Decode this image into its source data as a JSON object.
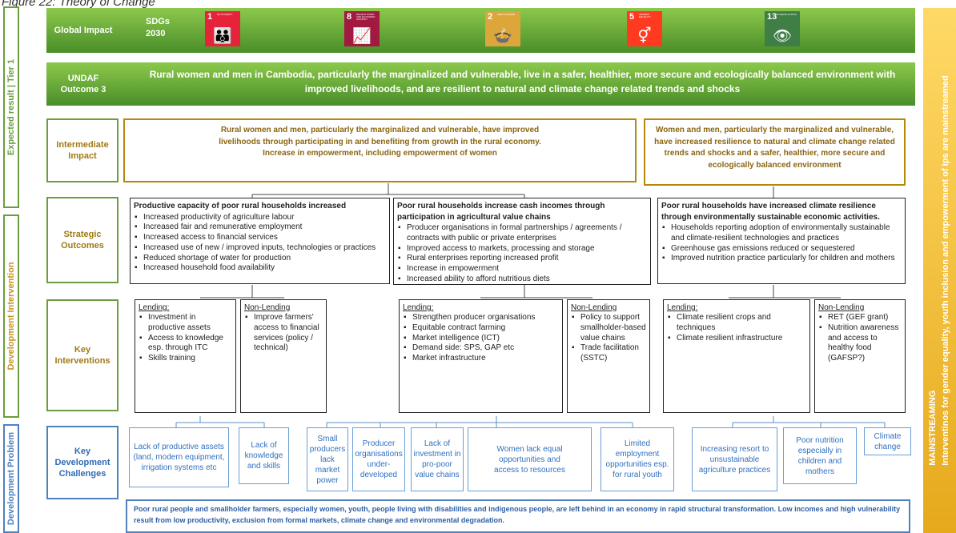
{
  "figure_title": "Figure 22: Theory of Change",
  "side_labels": {
    "expected_result": "Expected result | Tier 1",
    "development_intervention": "Development Intervention",
    "development_problem": "Development Problem"
  },
  "row_labels": {
    "global_impact": "Global Impact",
    "undaf": "UNDAF Outcome 3",
    "intermediate_impact": "Intermediate Impact",
    "strategic_outcomes": "Strategic Outcomes",
    "key_interventions": "Key Interventions",
    "key_challenges": "Key Development Challenges"
  },
  "sdg": {
    "label_line1": "SDGs",
    "label_line2": "2030",
    "goals": [
      {
        "num": "1",
        "text": "No poverty",
        "glyph": "👪",
        "color": "#e5243b"
      },
      {
        "num": "8",
        "text": "Decent work and economic growth",
        "glyph": "📈",
        "color": "#a21942"
      },
      {
        "num": "2",
        "text": "Zero hunger",
        "glyph": "🍲",
        "color": "#dda63a"
      },
      {
        "num": "5",
        "text": "Gender equality",
        "glyph": "⚥",
        "color": "#ff3a21"
      },
      {
        "num": "13",
        "text": "Climate action",
        "glyph": "👁",
        "color": "#3f7e44"
      }
    ]
  },
  "undaf_outcome": "Rural women and men in Cambodia, particularly the marginalized and vulnerable, live in a safer, healthier, more secure and ecologically balanced environment with improved livelihoods, and are resilient to natural and climate change related trends and shocks",
  "intermediate": {
    "left": "Rural women and men, particularly the marginalized and vulnerable, have improved livelihoods through participating in and benefiting from growth in the rural economy. Increase in empowerment, including empowerment of women",
    "right": "Women and men, particularly the marginalized and vulnerable, have increased resilience to natural and climate change related trends and shocks and a safer, healthier, more secure and ecologically balanced environment"
  },
  "strategic": [
    {
      "heading": "Productive capacity of poor rural households increased",
      "items": [
        "Increased productivity of agriculture labour",
        "Increased fair and remunerative employment",
        "Increased access to financial services",
        "Increased use of new / improved inputs, technologies or practices",
        "Reduced shortage of water for production",
        "Increased household food availability"
      ]
    },
    {
      "heading": "Poor rural households increase cash incomes through participation in agricultural value chains",
      "items": [
        "Producer organisations in formal partnerships / agreements / contracts with public or private enterprises",
        "Improved access to markets, processing and storage",
        "Rural enterprises reporting increased profit",
        "Increase in empowerment",
        "Increased ability to afford nutritious diets"
      ]
    },
    {
      "heading": "Poor rural households have increased climate resilience through environmentally sustainable economic activities.",
      "items": [
        "Households reporting adoption of environmentally sustainable and climate-resilient technologies and practices",
        "Greenhouse gas emissions reduced or sequestered",
        "Improved nutrition practice particularly for children and mothers"
      ]
    }
  ],
  "interventions": [
    {
      "heading": "Lending:",
      "items": [
        "Investment in productive assets",
        "Access to knowledge esp. through ITC",
        "Skills training"
      ]
    },
    {
      "heading": "Non-Lending",
      "items": [
        "Improve farmers' access to financial services (policy / technical)"
      ]
    },
    {
      "heading": "Lending:",
      "items": [
        "Strengthen producer organisations",
        "Equitable contract farming",
        "Market intelligence (ICT)",
        "Demand side: SPS, GAP etc",
        "Market infrastructure"
      ]
    },
    {
      "heading": "Non-Lending",
      "items": [
        "Policy to support smallholder-based value chains",
        "Trade facilitation (SSTC)"
      ]
    },
    {
      "heading": "Lending:",
      "items": [
        "Climate resilient crops and techniques",
        "Climate resilient infrastructure"
      ]
    },
    {
      "heading": "Non-Lending",
      "items": [
        "RET (GEF grant)",
        "Nutrition awareness and access to healthy food (GAFSP?)"
      ]
    }
  ],
  "challenges": [
    "Lack of productive assets (land, modern equipment, irrigation systems etc",
    "Lack of knowledge and skills",
    "Small producers lack market power",
    "Producer organisations under-developed",
    "Lack of investment in pro-poor value chains",
    "Women lack equal opportunities and access to resources",
    "Limited employment opportunities esp. for rural youth",
    "Increasing resort to unsustainable agriculture practices",
    "Poor nutrition especially in children and mothers",
    "Climate change"
  ],
  "problem_statement": "Poor rural people and smallholder farmers, especially women, youth, people living with disabilities and indigenous people, are left behind in an economy in rapid structural transformation. Low incomes and high vulnerability result from low productivity, exclusion from formal markets, climate change and environmental degradation.",
  "mainstreaming": {
    "line1": "MAINSTREAMING",
    "line2": "Interventinos for gender equality, youth inclusion and empowerment of Ips are mainstreamed"
  },
  "colors": {
    "green": "#5a9e35",
    "blue": "#4f81bd",
    "gold": "#e6a91c",
    "olive": "#b8860b"
  }
}
